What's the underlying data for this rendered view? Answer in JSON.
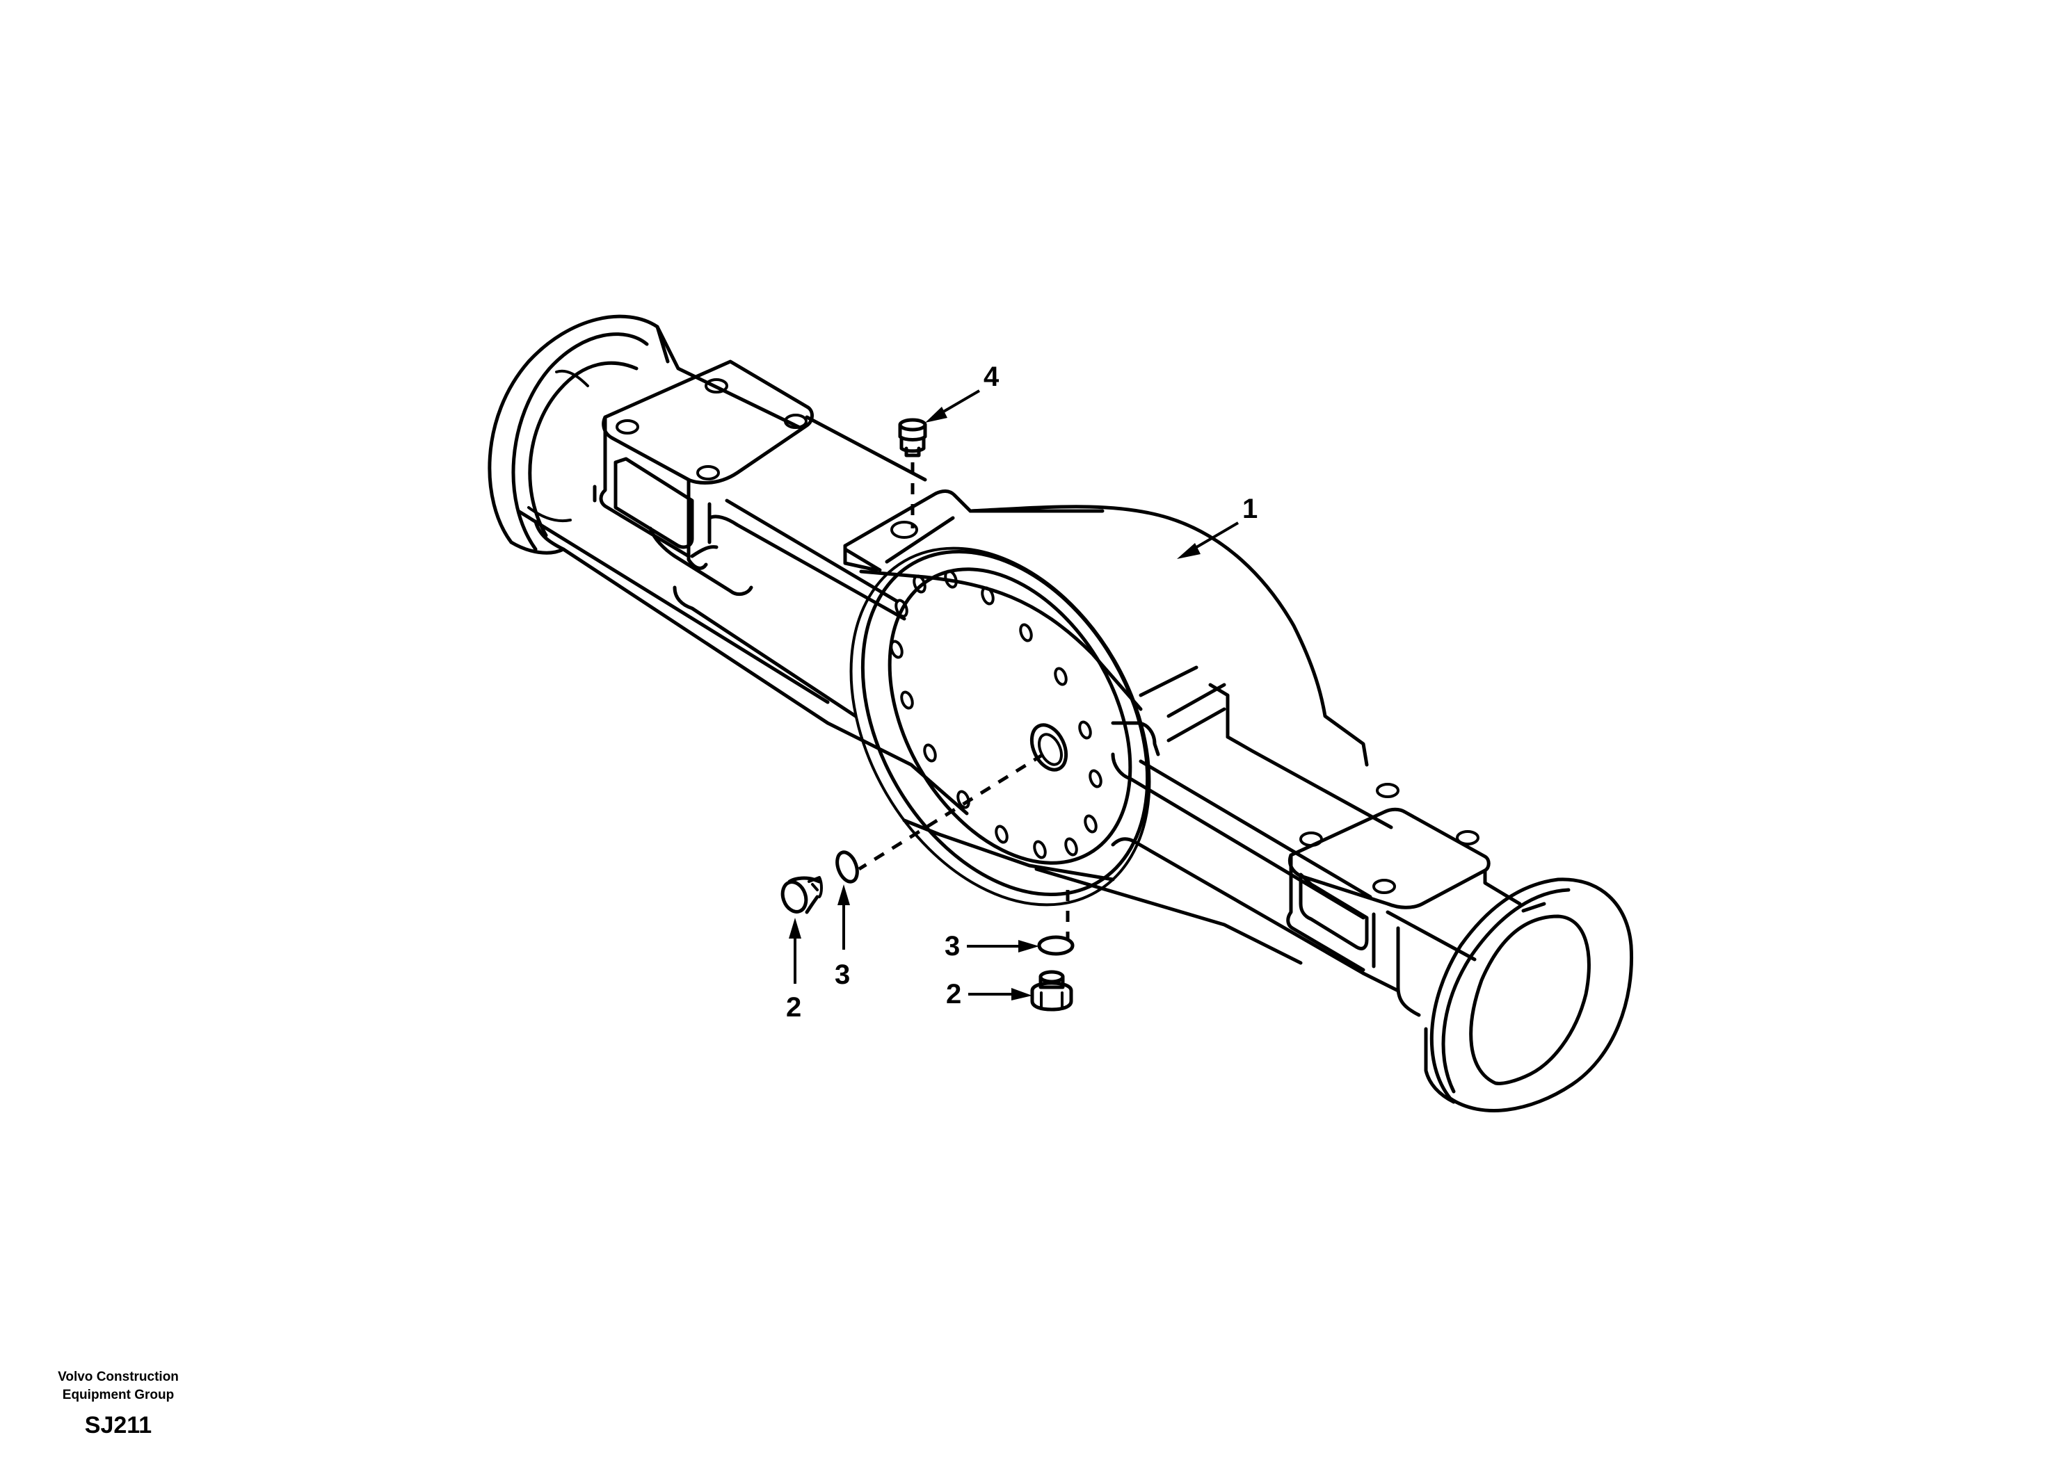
{
  "diagram": {
    "subject": "axle housing exploded view",
    "callouts": [
      {
        "id": "callout-1",
        "label": "1",
        "part": "axle housing"
      },
      {
        "id": "callout-2a",
        "label": "2",
        "part": "plug (front cover)"
      },
      {
        "id": "callout-3a",
        "label": "3",
        "part": "o-ring (front cover)"
      },
      {
        "id": "callout-3b",
        "label": "3",
        "part": "o-ring (bottom drain)"
      },
      {
        "id": "callout-2b",
        "label": "2",
        "part": "plug (bottom drain)"
      },
      {
        "id": "callout-4",
        "label": "4",
        "part": "breather"
      }
    ]
  },
  "footer": {
    "line1": "Volvo Construction",
    "line2": "Equipment Group",
    "code": "SJ211"
  },
  "colors": {
    "background": "#ffffff",
    "ink": "#000000"
  }
}
